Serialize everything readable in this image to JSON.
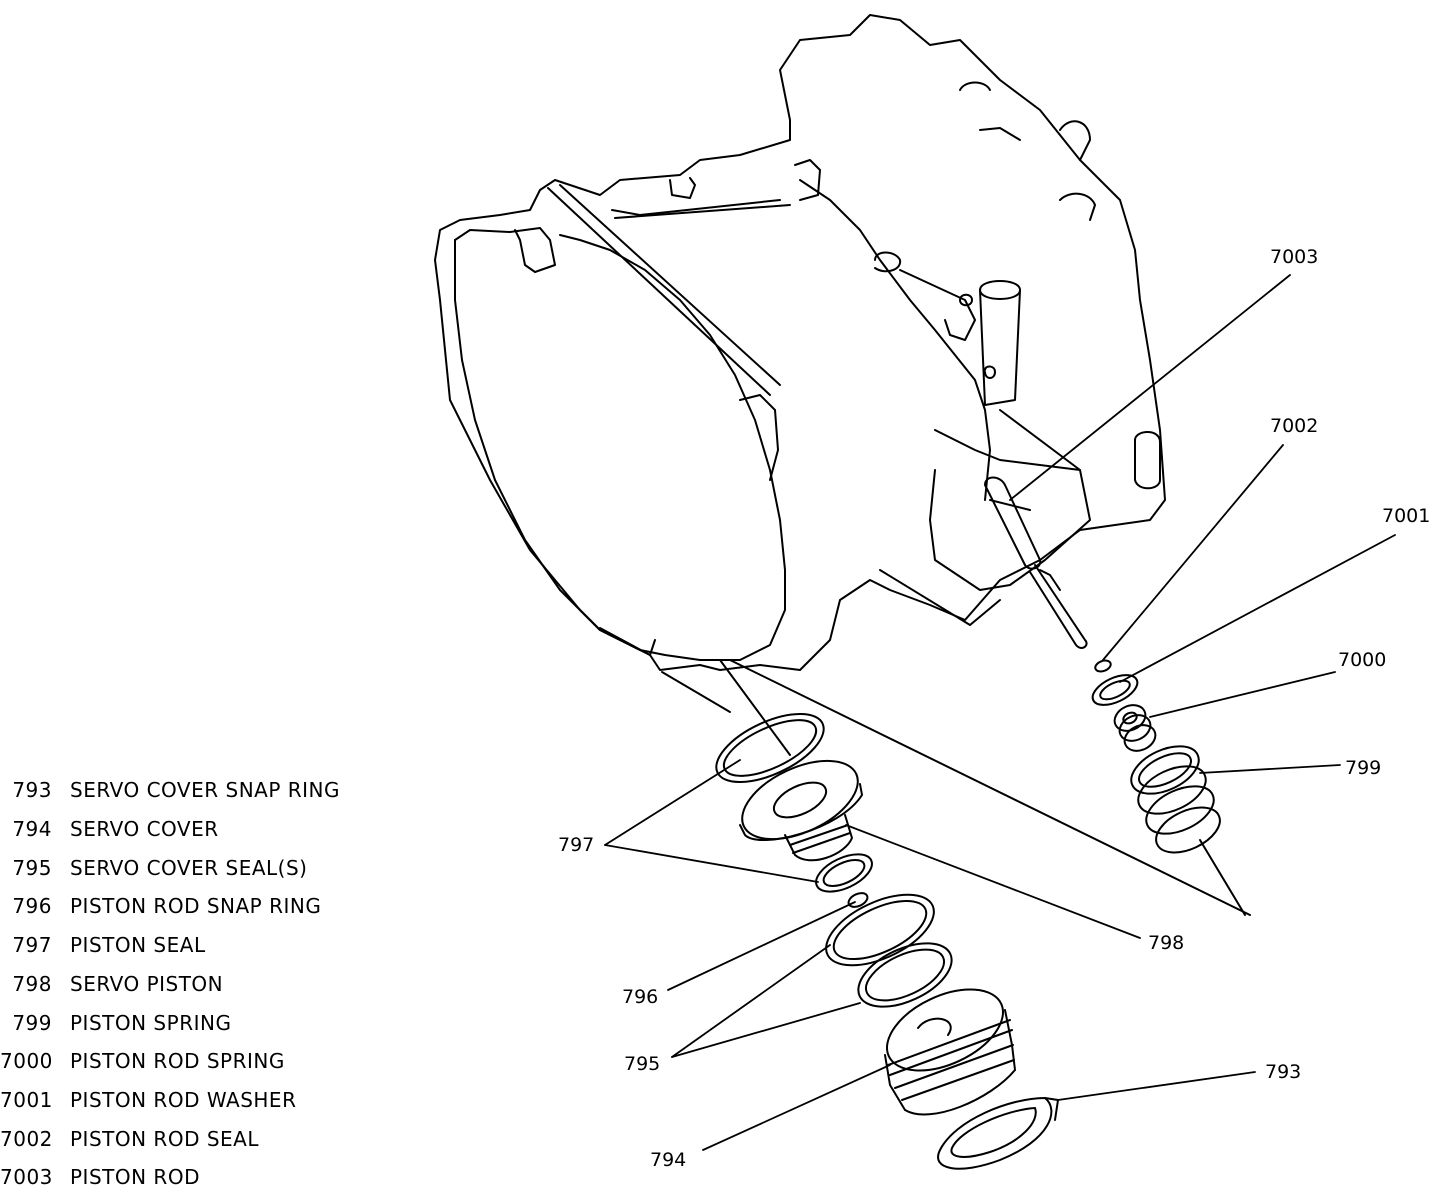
{
  "legend": [
    {
      "num": "793",
      "desc": "SERVO COVER SNAP RING"
    },
    {
      "num": "794",
      "desc": "SERVO COVER"
    },
    {
      "num": "795",
      "desc": "SERVO COVER SEAL(S)"
    },
    {
      "num": "796",
      "desc": "PISTON ROD SNAP RING"
    },
    {
      "num": "797",
      "desc": "PISTON SEAL"
    },
    {
      "num": "798",
      "desc": "SERVO PISTON"
    },
    {
      "num": "799",
      "desc": "PISTON SPRING"
    },
    {
      "num": "7000",
      "desc": "PISTON ROD SPRING"
    },
    {
      "num": "7001",
      "desc": "PISTON ROD WASHER"
    },
    {
      "num": "7002",
      "desc": "PISTON ROD SEAL"
    },
    {
      "num": "7003",
      "desc": "PISTON ROD"
    }
  ],
  "callouts": {
    "c7003": "7003",
    "c7002": "7002",
    "c7001": "7001",
    "c7000": "7000",
    "c799": "799",
    "c797": "797",
    "c798": "798",
    "c796": "796",
    "c795": "795",
    "c793": "793",
    "c794": "794"
  }
}
